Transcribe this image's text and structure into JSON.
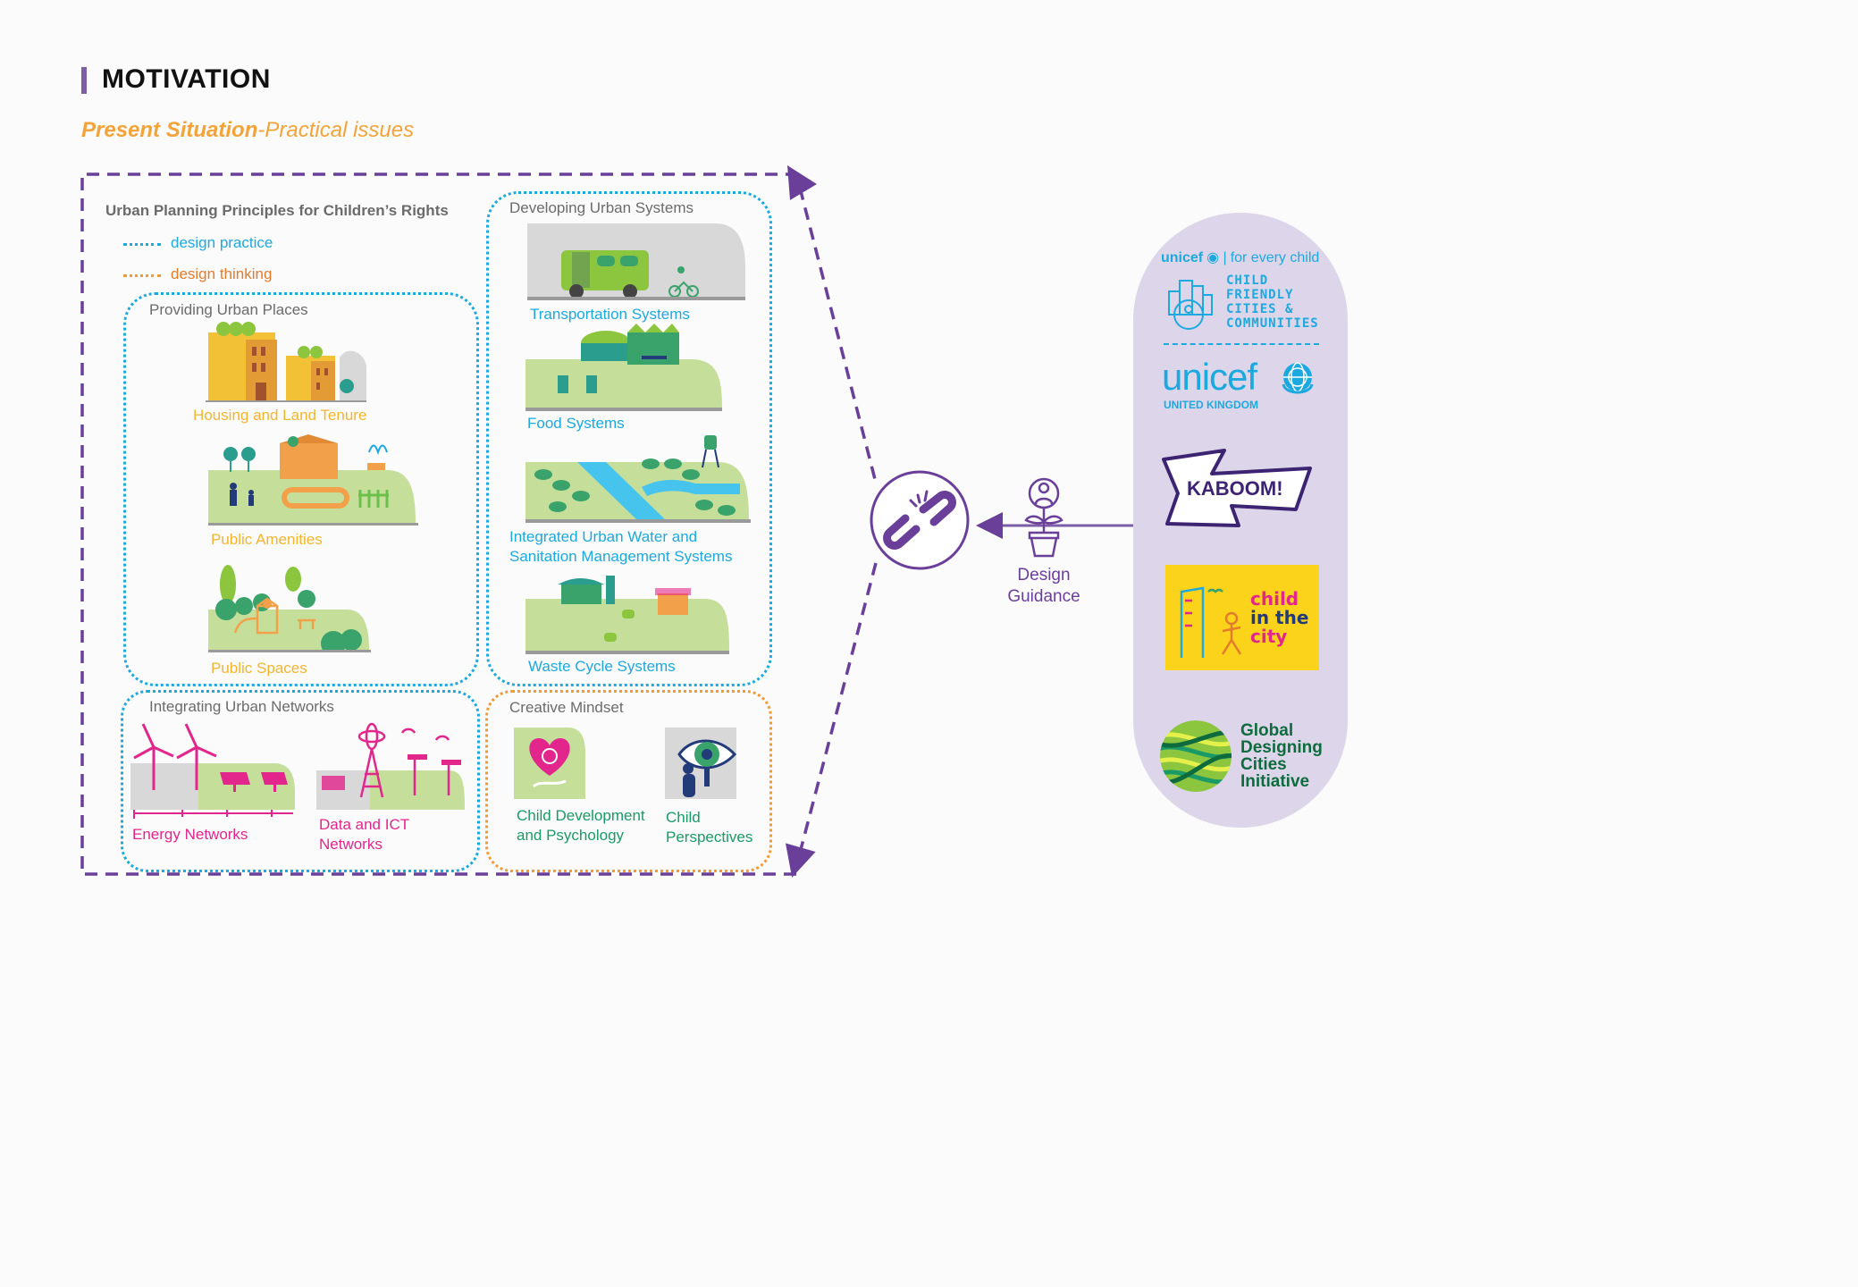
{
  "header": {
    "title": "MOTIVATION",
    "subtitle_bold": "Present Situation",
    "subtitle_rest": "-Practical issues"
  },
  "principles": {
    "title": "Urban Planning Principles for Children’s Rights",
    "legend": [
      {
        "label": "design practice",
        "color": "#1ba9df"
      },
      {
        "label": "design thinking",
        "color": "#f29b35"
      }
    ]
  },
  "sections": {
    "providing": {
      "title": "Providing Urban Places",
      "items": [
        "Housing and Land Tenure",
        "Public Amenities",
        "Public Spaces"
      ]
    },
    "developing": {
      "title": "Developing Urban Systems",
      "items": [
        "Transportation Systems",
        "Food Systems",
        "Integrated Urban Water and",
        "Sanitation Management Systems",
        "Waste Cycle Systems"
      ]
    },
    "integrating": {
      "title": "Integrating Urban Networks",
      "items": [
        "Energy Networks",
        "Data and ICT",
        "Networks"
      ]
    },
    "creative": {
      "title": "Creative Mindset",
      "items": [
        "Child Development",
        "and Psychology",
        "Child",
        "Perspectives"
      ]
    }
  },
  "guidance": {
    "line1": "Design",
    "line2": "Guidance"
  },
  "partners": {
    "unicef_tag": "unicef",
    "unicef_tagline": "for every child",
    "cfcc": [
      "CHILD",
      "FRIENDLY",
      "CITIES &",
      "COMMUNITIES"
    ],
    "unicef_uk": "unicef",
    "unicef_uk_sub": "UNITED KINGDOM",
    "kaboom": "KABOOM!",
    "child_city": [
      "child",
      "in the",
      "city"
    ],
    "gdci": [
      "Global",
      "Designing",
      "Cities",
      "Initiative"
    ]
  },
  "colors": {
    "purple": "#6a3f9a",
    "blue": "#1ba9df",
    "orange": "#f29b35",
    "green": "#1a9a67",
    "pink": "#e2268c",
    "yellow": "#f3b52c"
  }
}
